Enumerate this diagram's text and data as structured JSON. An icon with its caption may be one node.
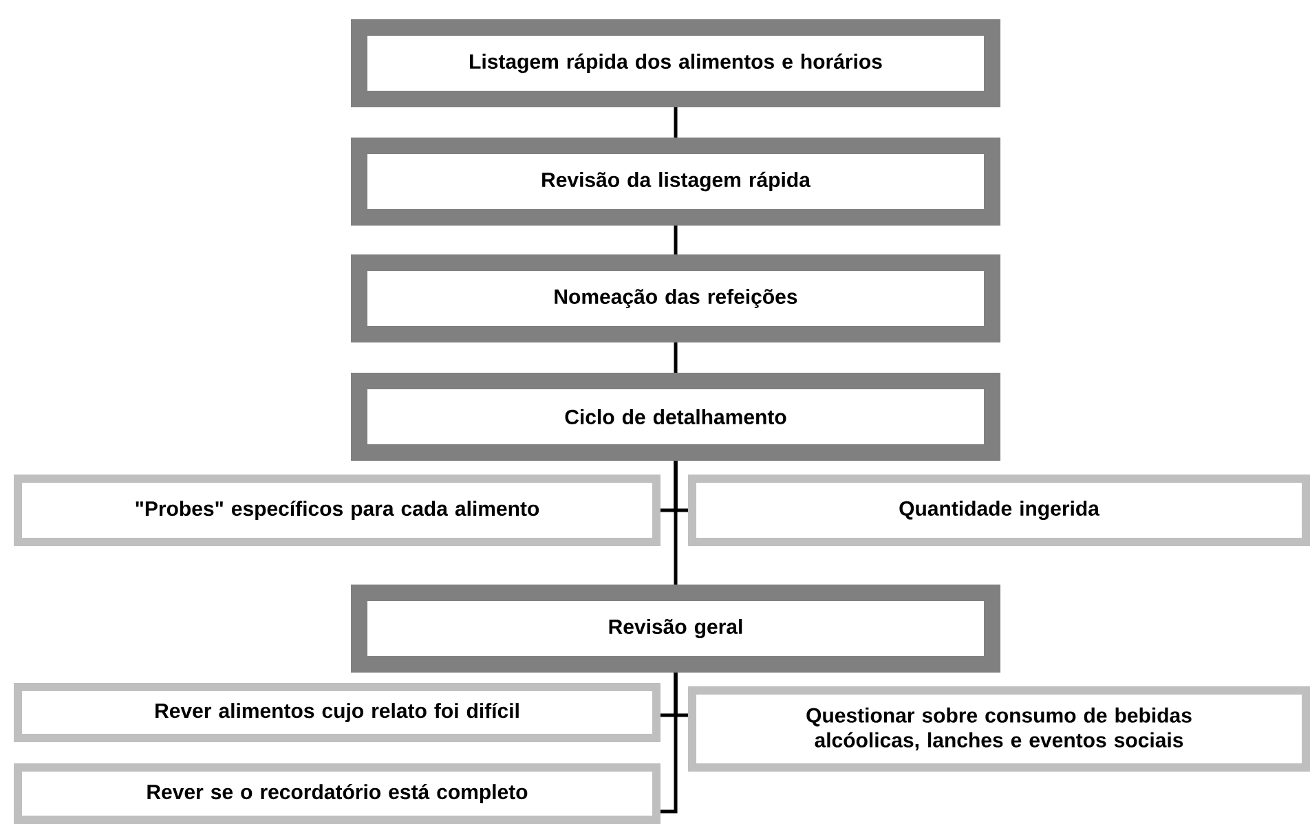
{
  "diagram": {
    "nodes": [
      {
        "text": [
          "Listagem rápida dos alimentos e horários"
        ]
      },
      {
        "text": [
          "Revisão da listagem rápida"
        ]
      },
      {
        "text": [
          "Nomeação das refeições"
        ]
      },
      {
        "text": [
          "Ciclo de detalhamento"
        ]
      },
      {
        "text": [
          "\"Probes\" específicos para cada alimento"
        ]
      },
      {
        "text": [
          "Quantidade ingerida"
        ]
      },
      {
        "text": [
          "Revisão geral"
        ]
      },
      {
        "text": [
          "Rever alimentos cujo relato foi difícil"
        ]
      },
      {
        "text": [
          "Questionar sobre consumo de bebidas alcóolicas, lanches e eventos sociais"
        ]
      },
      {
        "text": [
          "Rever se o recordatório está completo"
        ]
      }
    ],
    "edges": [
      {
        "from": 0,
        "to": 1,
        "arrow": "none"
      },
      {
        "from": 1,
        "to": 2,
        "arrow": "none"
      },
      {
        "from": 2,
        "to": 3,
        "arrow": "none"
      },
      {
        "from": 3,
        "to": 4,
        "arrow": "none"
      },
      {
        "from": 3,
        "to": 5,
        "arrow": "none"
      },
      {
        "from": 3,
        "to": 6,
        "arrow": "none"
      },
      {
        "from": 6,
        "to": 7,
        "arrow": "none"
      },
      {
        "from": 6,
        "to": 8,
        "arrow": "none"
      },
      {
        "from": 6,
        "to": 9,
        "arrow": "none"
      }
    ]
  }
}
